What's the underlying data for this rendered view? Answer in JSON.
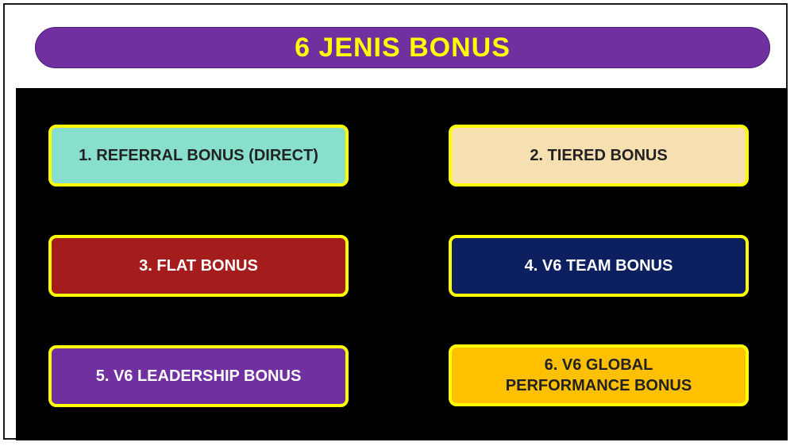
{
  "title": "6 JENIS BONUS",
  "colors": {
    "title_bg": "#7030a0",
    "title_text": "#ffff00",
    "panel_bg": "#000000",
    "box_border": "#ffff00"
  },
  "bonuses": [
    {
      "label": "1. REFERRAL BONUS (DIRECT)",
      "bg": "#88e0cc",
      "text_color": "#222222"
    },
    {
      "label": "2. TIERED BONUS",
      "bg": "#f6e0b2",
      "text_color": "#222222"
    },
    {
      "label": "3. FLAT BONUS",
      "bg": "#a51c1c",
      "text_color": "#ffffff"
    },
    {
      "label": "4. V6 TEAM BONUS",
      "bg": "#0c1f5f",
      "text_color": "#ffffff"
    },
    {
      "label": "5. V6 LEADERSHIP BONUS",
      "bg": "#7030a0",
      "text_color": "#ffffff"
    },
    {
      "label": "6. V6 GLOBAL\nPERFORMANCE BONUS",
      "bg": "#ffc000",
      "text_color": "#222222"
    }
  ]
}
